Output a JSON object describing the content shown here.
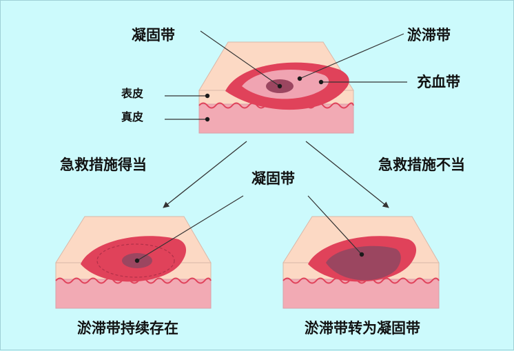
{
  "top": {
    "zone_coagulation": "凝固带",
    "zone_stasis": "淤滞带",
    "zone_hyperemia": "充血带",
    "layer_epidermis": "表皮",
    "layer_dermis": "真皮"
  },
  "branches": {
    "left_condition": "急救措施得当",
    "right_condition": "急救措施不当",
    "middle_label": "凝固带"
  },
  "bottom": {
    "left_caption": "淤滞带持续存在",
    "right_caption": "淤滞带转为凝固带"
  },
  "colors": {
    "background": "#ccfafc",
    "skin_top": "#fcd9c4",
    "dermis": "#f2aab4",
    "hyperemia": "#e0425a",
    "stasis": "#f0a4b2",
    "coagulation": "#9b4660"
  }
}
